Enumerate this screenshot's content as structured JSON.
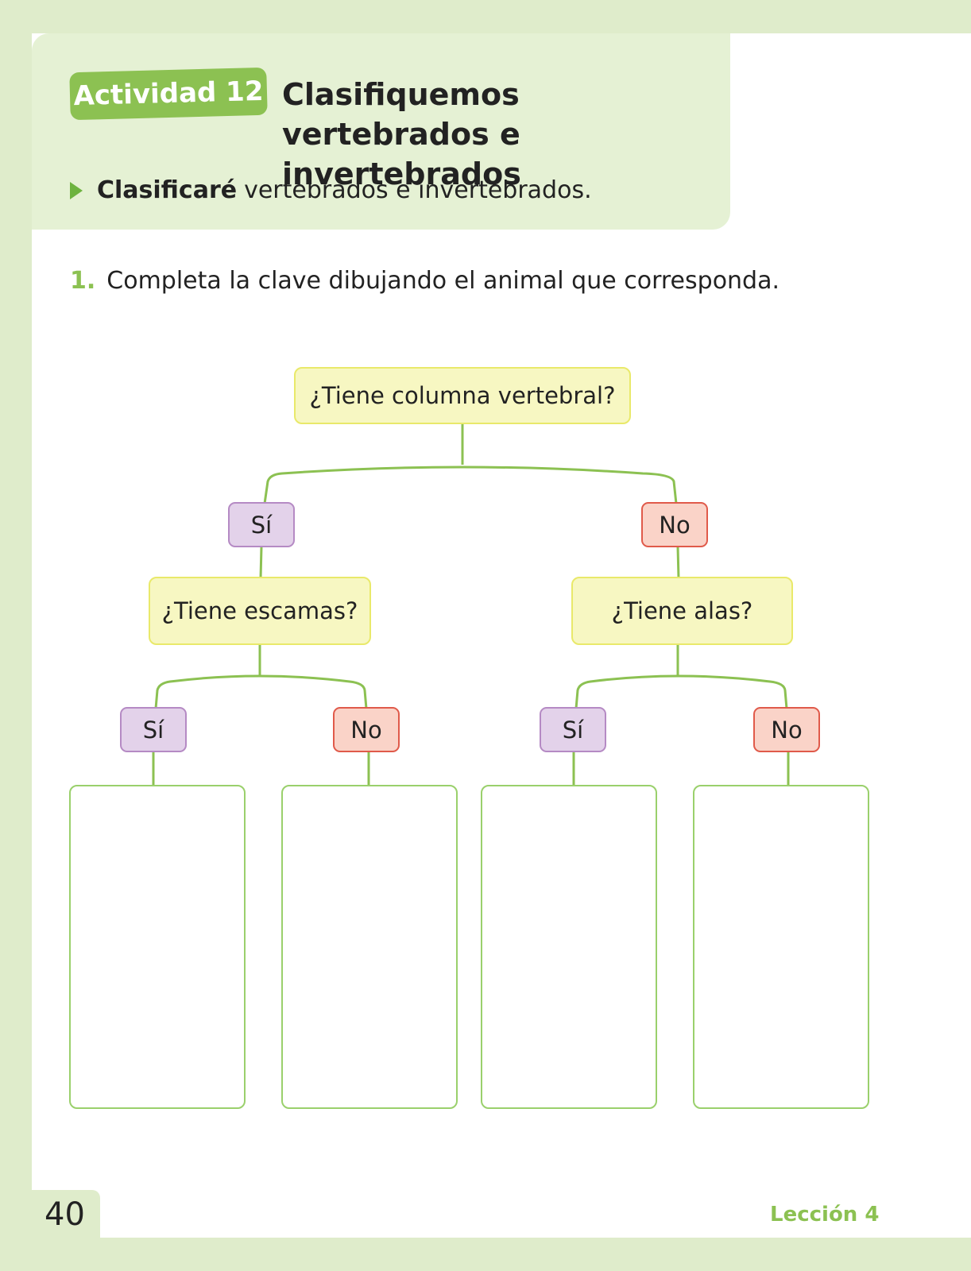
{
  "header": {
    "activity_label": "Actividad 12",
    "title": "Clasifiquemos vertebrados e invertebrados",
    "objective_bold": "Clasificaré",
    "objective_rest": "vertebrados e invertebrados."
  },
  "instruction": {
    "number": "1.",
    "text": "Completa la clave dibujando el animal que corresponda."
  },
  "key": {
    "root_question": "¿Tiene columna vertebral?",
    "branch_yes": "Sí",
    "branch_no": "No",
    "left_question": "¿Tiene escamas?",
    "right_question": "¿Tiene alas?",
    "leaf_left_yes": "Sí",
    "leaf_left_no": "No",
    "leaf_right_yes": "Sí",
    "leaf_right_no": "No"
  },
  "footer": {
    "page_number": "40",
    "lesson": "Lección 4"
  },
  "colors": {
    "accent_green": "#8cc152",
    "question_fill": "#f7f7c2",
    "yes_fill": "#e3d2ea",
    "no_fill": "#fad3c8"
  }
}
